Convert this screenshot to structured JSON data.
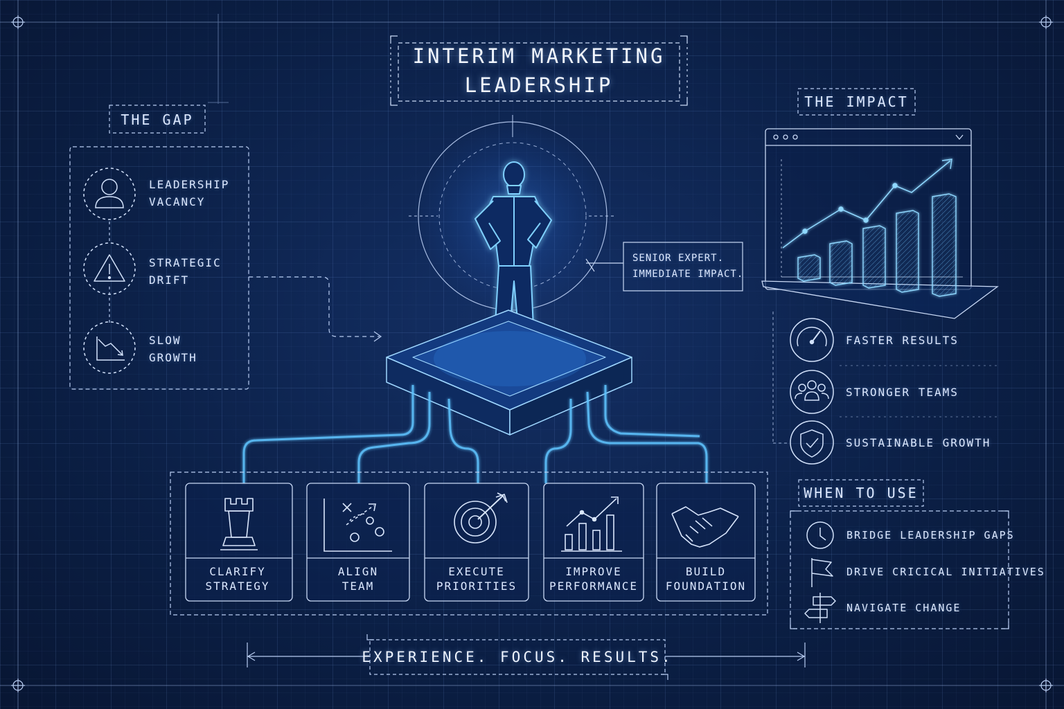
{
  "title": {
    "line1": "INTERIM MARKETING",
    "line2": "LEADERSHIP"
  },
  "gap": {
    "heading": "THE GAP",
    "items": [
      {
        "icon": "person-icon",
        "line1": "LEADERSHIP",
        "line2": "VACANCY"
      },
      {
        "icon": "warning-icon",
        "line1": "STRATEGIC",
        "line2": "DRIFT"
      },
      {
        "icon": "declining-chart-icon",
        "line1": "SLOW",
        "line2": "GROWTH"
      }
    ]
  },
  "callout": {
    "line1": "SENIOR EXPERT.",
    "line2": "IMMEDIATE IMPACT."
  },
  "impact": {
    "heading": "THE IMPACT",
    "items": [
      {
        "icon": "speedometer-icon",
        "label": "FASTER RESULTS"
      },
      {
        "icon": "team-icon",
        "label": "STRONGER TEAMS"
      },
      {
        "icon": "shield-icon",
        "label": "SUSTAINABLE GROWTH"
      }
    ]
  },
  "when": {
    "heading": "WHEN TO USE",
    "items": [
      {
        "icon": "clock-icon",
        "label": "BRIDGE LEADERSHIP GAPS"
      },
      {
        "icon": "flag-icon",
        "label": "DRIVE CRICICAL INITIATIVES"
      },
      {
        "icon": "signpost-icon",
        "label": "NAVIGATE CHANGE"
      }
    ]
  },
  "stages": [
    {
      "icon": "chess-rook-icon",
      "line1": "CLARIFY",
      "line2": "STRATEGY"
    },
    {
      "icon": "playbook-icon",
      "line1": "ALIGN",
      "line2": "TEAM"
    },
    {
      "icon": "target-icon",
      "line1": "EXECUTE",
      "line2": "PRIORITIES"
    },
    {
      "icon": "bar-chart-icon",
      "line1": "IMPROVE",
      "line2": "PERFORMANCE"
    },
    {
      "icon": "handshake-icon",
      "line1": "BUILD",
      "line2": "FOUNDATION"
    }
  ],
  "footer": "EXPERIENCE. FOCUS. RESULTS.",
  "colors": {
    "background": "#0b1f45",
    "line": "#b9cdf2",
    "glow": "#4fb7ff",
    "text": "#dce8ff"
  }
}
